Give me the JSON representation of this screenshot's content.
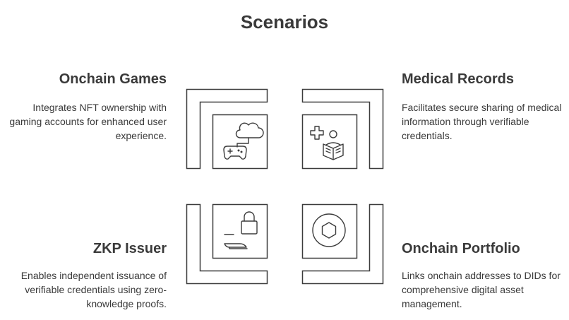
{
  "title": "Scenarios",
  "quadrants": [
    {
      "heading": "Onchain Games",
      "description": "Integrates NFT ownership with gaming accounts for enhanced user experience.",
      "icon": "gamepad-cloud-icon"
    },
    {
      "heading": "Medical Records",
      "description": "Facilitates secure sharing of medical information through verifiable credentials.",
      "icon": "medical-reading-icon"
    },
    {
      "heading": "ZKP Issuer",
      "description": "Enables independent issuance of verifiable credentials using zero-knowledge proofs.",
      "icon": "lock-hand-icon"
    },
    {
      "heading": "Onchain Portfolio",
      "description": "Links onchain addresses to DIDs for comprehensive digital asset management.",
      "icon": "hexagon-coin-icon"
    }
  ],
  "colors": {
    "text": "#3a3a3a",
    "stroke": "#3c3c3c",
    "background": "#ffffff"
  }
}
